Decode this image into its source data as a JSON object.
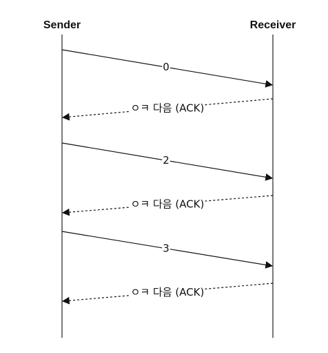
{
  "participants": {
    "sender": "Sender",
    "receiver": "Receiver"
  },
  "messages": [
    {
      "from": "sender",
      "to": "receiver",
      "label": "0",
      "style": "solid"
    },
    {
      "from": "receiver",
      "to": "sender",
      "label": "ㅇㅋ 다음 (ACK)",
      "style": "dashed"
    },
    {
      "from": "sender",
      "to": "receiver",
      "label": "2",
      "style": "solid"
    },
    {
      "from": "receiver",
      "to": "sender",
      "label": "ㅇㅋ 다음 (ACK)",
      "style": "dashed"
    },
    {
      "from": "sender",
      "to": "receiver",
      "label": "3",
      "style": "solid"
    },
    {
      "from": "receiver",
      "to": "sender",
      "label": "ㅇㅋ 다음 (ACK)",
      "style": "dashed"
    }
  ]
}
